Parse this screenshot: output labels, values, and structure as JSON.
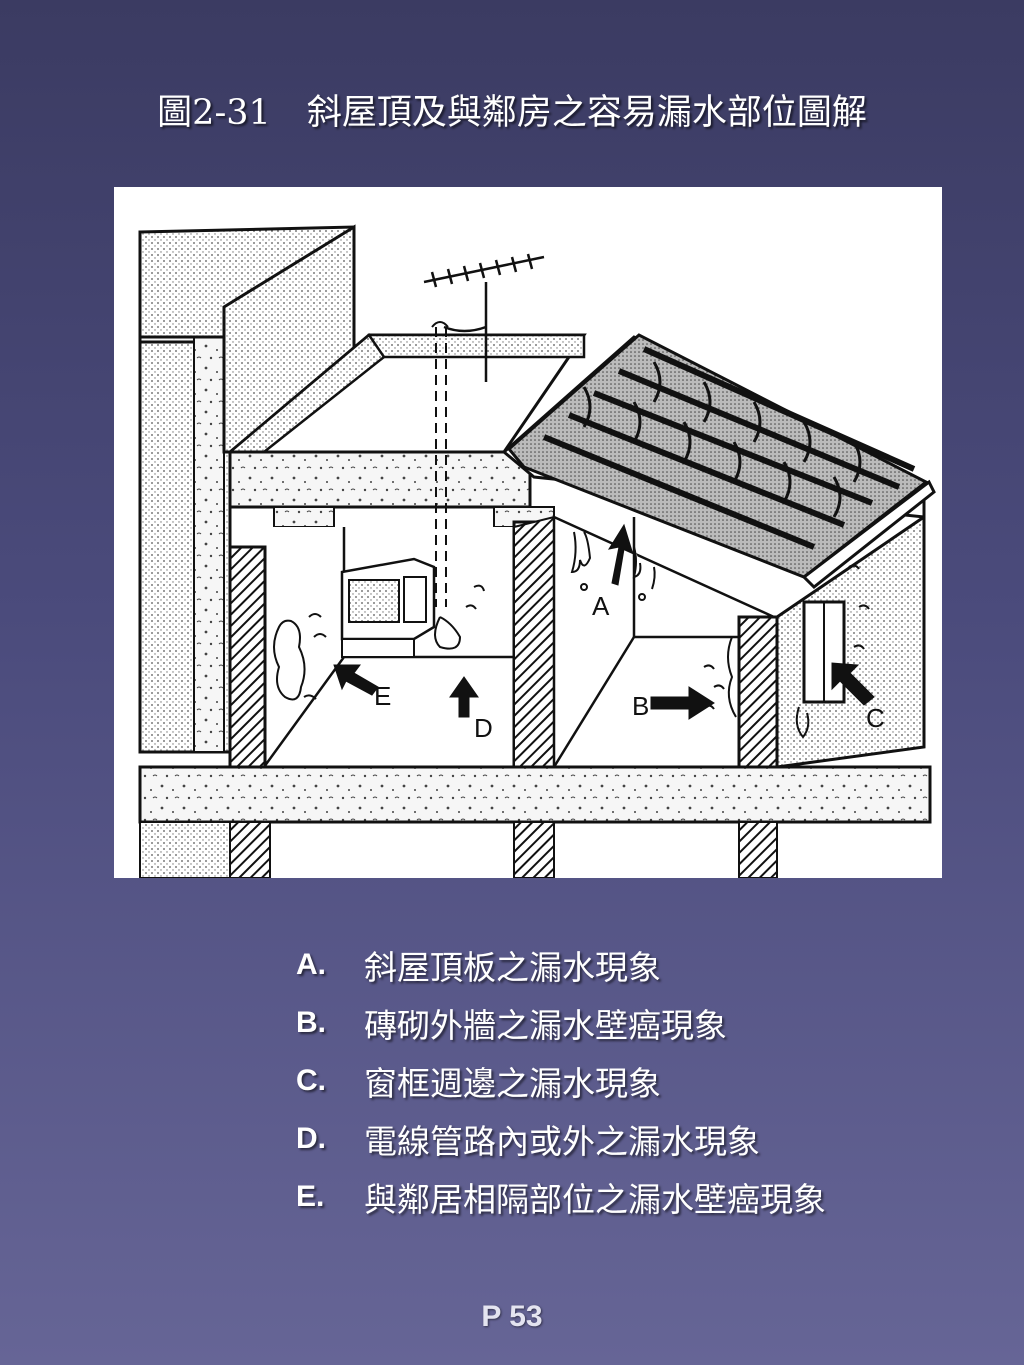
{
  "title": {
    "figure_number": "圖2-31",
    "caption": "斜屋頂及與鄰房之容易漏水部位圖解"
  },
  "figure": {
    "labels": {
      "a": "A",
      "b": "B",
      "c": "C",
      "d": "D",
      "e": "E"
    }
  },
  "legend": [
    {
      "letter": "A.",
      "text": "斜屋頂板之漏水現象"
    },
    {
      "letter": "B.",
      "text": "磚砌外牆之漏水壁癌現象"
    },
    {
      "letter": "C.",
      "text": "窗框週邊之漏水現象"
    },
    {
      "letter": "D.",
      "text": "電線管路內或外之漏水現象"
    },
    {
      "letter": "E.",
      "text": "與鄰居相隔部位之漏水壁癌現象"
    }
  ],
  "page_number": "P 53",
  "colors": {
    "background_top": "#3b3b62",
    "background_bottom": "#666596",
    "text": "#ffffff"
  }
}
